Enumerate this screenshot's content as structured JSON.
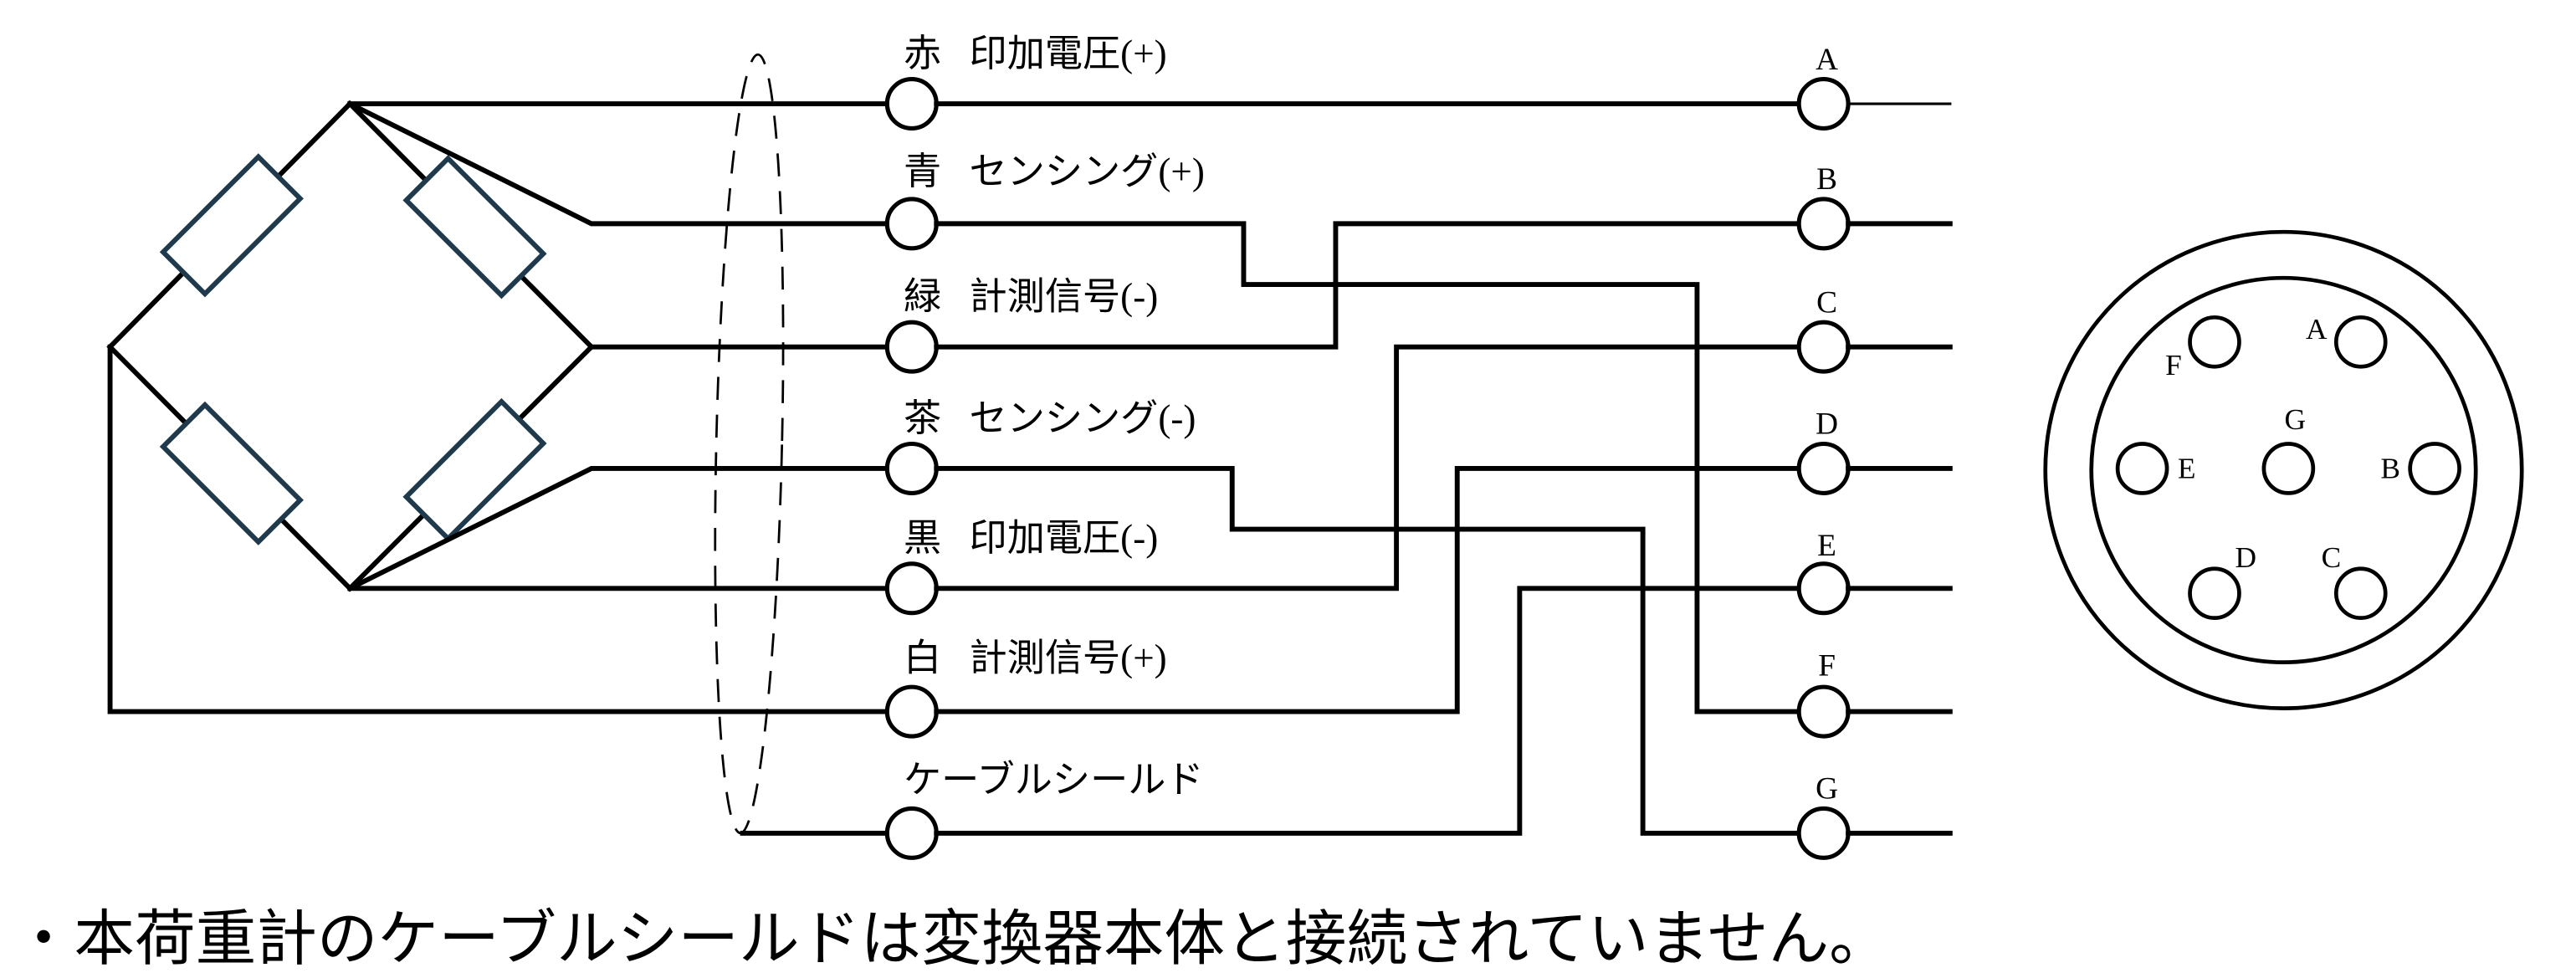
{
  "diagram": {
    "wires": [
      {
        "color": "赤",
        "signal": "印加電圧(+)"
      },
      {
        "color": "青",
        "signal": "センシング(+)"
      },
      {
        "color": "緑",
        "signal": "計測信号(-)"
      },
      {
        "color": "茶",
        "signal": "センシング(-)"
      },
      {
        "color": "黒",
        "signal": "印加電圧(-)"
      },
      {
        "color": "白",
        "signal": "計測信号(+)"
      }
    ],
    "shield": {
      "label": "ケーブルシールド"
    },
    "terminals": [
      "A",
      "B",
      "C",
      "D",
      "E",
      "F",
      "G"
    ]
  },
  "connector": {
    "pins": [
      "A",
      "B",
      "C",
      "D",
      "E",
      "F",
      "G"
    ]
  },
  "note": "・本荷重計のケーブルシールドは変換器本体と接続されていません。",
  "colors": {
    "line": "#000000",
    "resistor": "#1f3a4d",
    "background": "#ffffff"
  }
}
